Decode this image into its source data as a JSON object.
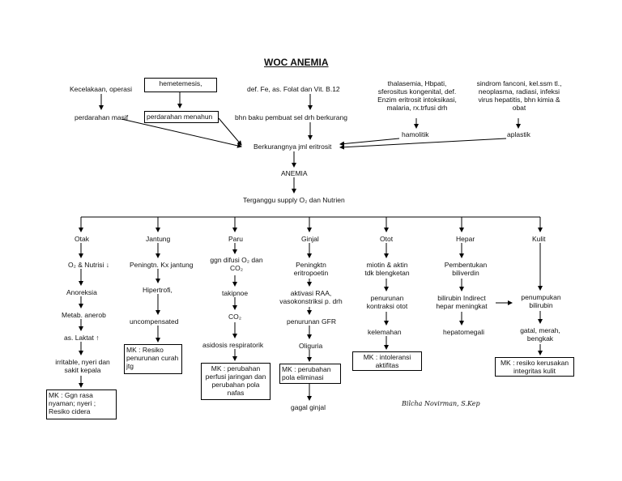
{
  "title": "WOC ANEMIA",
  "top": {
    "kecelakaan": "Kecelakaan, operasi",
    "perdarahan_masif": "perdarahan masif",
    "hemetemesis": "hemetemesis,",
    "perdarahan_menahun": "perdarahan menahun",
    "def_folat": "def. Fe, as. Folat dan Vit. B.12",
    "bhn_baku": "bhn baku pembuat sel drh berkurang",
    "thalasemia": [
      "thalasemia, Hbpati,",
      "sferositus kongenital, def.",
      "Enzim eritrosit intoksikasi,",
      "malaria, rx.trfusi drh"
    ],
    "hamolitik": "hamolitik",
    "sindrom": [
      "sindrom fanconi, kel.ssm tl.,",
      "neoplasma, radiasi, infeksi",
      "virus hepatitis, bhn kimia &",
      "obat"
    ],
    "aplastik": "aplastik",
    "berkurangnya": "Berkurangnya jml eritrosit",
    "anemia": "ANEMIA",
    "terganggu": "Terganggu supply O₂ dan Nutrien"
  },
  "branches": {
    "otak": {
      "label": "Otak",
      "items": [
        "O₂ & Nutrisi ↓",
        "Anoreksia",
        "Metab. anerob",
        "as. Laktat ↑",
        "irritable, nyeri dan",
        "sakit kepala"
      ],
      "mk": [
        "MK :  Ggn rasa",
        "nyaman;  nyeri ;",
        "Resiko cidera"
      ]
    },
    "jantung": {
      "label": "Jantung",
      "items": [
        "Peningtn. Kx jantung",
        "Hipertrofi,",
        "uncompensated"
      ],
      "mk": [
        "MK : Resiko",
        "penurunan curah",
        "jtg"
      ]
    },
    "paru": {
      "label": "Paru",
      "items": [
        "ggn difusi O₂ dan",
        "CO₂",
        "takipnoe",
        "CO₂",
        "asidosis respiratorik"
      ],
      "mk": [
        "MK : perubahan",
        "perfusi jaringan dan",
        "perubahan pola",
        "nafas"
      ]
    },
    "ginjal": {
      "label": "Ginjal",
      "items": [
        "Peningktn",
        "eritropoetin",
        "aktivasi RAA,",
        "vasokonstriksi p. drh",
        "penurunan GFR",
        "Oliguria",
        "gagal ginjal"
      ],
      "mk": [
        "MK : perubahan",
        "pola eliminasi"
      ]
    },
    "otot": {
      "label": "Otot",
      "items": [
        "miotin & aktin",
        "tdk blengketan",
        "penurunan",
        "kontraksi otot",
        "kelemahan"
      ],
      "mk": [
        "MK : intoleransi",
        "aktifitas"
      ]
    },
    "hepar": {
      "label": "Hepar",
      "items": [
        "Pembentukan",
        "biliverdin",
        "bilirubin Indirect",
        "hepar meningkat",
        "hepatomegali"
      ],
      "mk": []
    },
    "kulit": {
      "label": "Kulit",
      "items": [
        "penumpukan",
        "bilirubin",
        "gatal, merah,",
        "bengkak"
      ],
      "mk": [
        "MK : resiko kerusakan",
        "integritas kulit"
      ]
    }
  },
  "signature": "Bilcha Novirman, S.Kep"
}
